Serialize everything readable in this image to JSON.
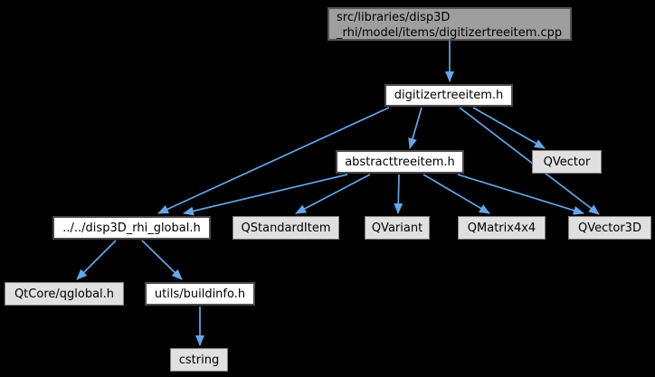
{
  "diagram": {
    "kind": "include-dependency-graph",
    "colors": {
      "background": "#000000",
      "edge": "#62a7e8",
      "node_doc_fill": "#ffffff",
      "node_doc_border": "#4a4a4a",
      "node_ext_fill": "#e0e0e0",
      "node_ext_border": "#7f7f7f",
      "node_main_fill": "#9e9e9e",
      "node_main_border": "#565656",
      "text": "#000000"
    },
    "nodes": {
      "cpp": {
        "label": "src/libraries/disp3D\n_rhi/model/items/digitizertreeitem.cpp",
        "type": "source-file"
      },
      "digitizertreeitem": {
        "label": "digitizertreeitem.h",
        "type": "documented-header"
      },
      "abstracttreeitem": {
        "label": "abstracttreeitem.h",
        "type": "documented-header"
      },
      "qvector": {
        "label": "QVector",
        "type": "external-header"
      },
      "disp3d_global": {
        "label": "../../disp3D_rhi_global.h",
        "type": "documented-header"
      },
      "qstandarditem": {
        "label": "QStandardItem",
        "type": "external-header"
      },
      "qvariant": {
        "label": "QVariant",
        "type": "external-header"
      },
      "qmatrix4x4": {
        "label": "QMatrix4x4",
        "type": "external-header"
      },
      "qvector3d": {
        "label": "QVector3D",
        "type": "external-header"
      },
      "qtcore_qglobal": {
        "label": "QtCore/qglobal.h",
        "type": "external-header"
      },
      "utils_buildinfo": {
        "label": "utils/buildinfo.h",
        "type": "documented-header"
      },
      "cstring": {
        "label": "cstring",
        "type": "external-header"
      }
    },
    "edges": [
      {
        "from": "src/libraries/disp3D_rhi/model/items/digitizertreeitem.cpp",
        "to": "digitizertreeitem.h"
      },
      {
        "from": "digitizertreeitem.h",
        "to": "../../disp3D_rhi_global.h"
      },
      {
        "from": "digitizertreeitem.h",
        "to": "abstracttreeitem.h"
      },
      {
        "from": "digitizertreeitem.h",
        "to": "QVector3D"
      },
      {
        "from": "digitizertreeitem.h",
        "to": "QVector"
      },
      {
        "from": "abstracttreeitem.h",
        "to": "../../disp3D_rhi_global.h"
      },
      {
        "from": "abstracttreeitem.h",
        "to": "QStandardItem"
      },
      {
        "from": "abstracttreeitem.h",
        "to": "QVariant"
      },
      {
        "from": "abstracttreeitem.h",
        "to": "QMatrix4x4"
      },
      {
        "from": "abstracttreeitem.h",
        "to": "QVector3D"
      },
      {
        "from": "../../disp3D_rhi_global.h",
        "to": "QtCore/qglobal.h"
      },
      {
        "from": "../../disp3D_rhi_global.h",
        "to": "utils/buildinfo.h"
      },
      {
        "from": "utils/buildinfo.h",
        "to": "cstring"
      }
    ]
  }
}
